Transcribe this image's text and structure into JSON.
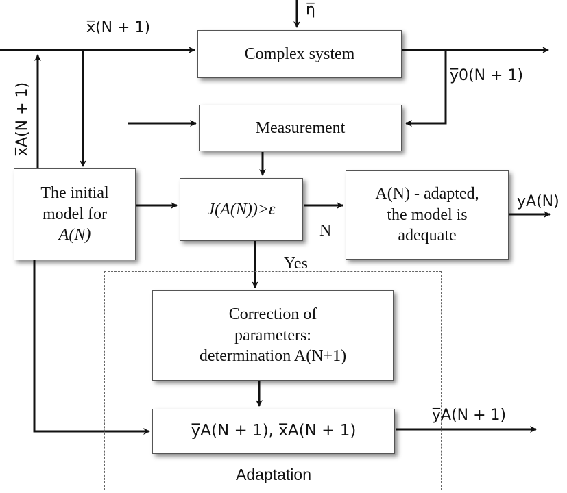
{
  "boxes": {
    "complex_system": "Complex system",
    "measurement": "Measurement",
    "initial_model_line1": "The initial",
    "initial_model_line2": "model for",
    "initial_model_line3": "A(N)",
    "criterion": "J(A(N))>ε",
    "adapted_line1": "A(N) - adapted,",
    "adapted_line2": "the model is",
    "adapted_line3": "adequate",
    "correction_line1": "Correction of",
    "correction_line2": "parameters:",
    "correction_line3": "determination A(N+1)",
    "output_box": "y̅A(N + 1), x̅A(N + 1)"
  },
  "labels": {
    "x_input": "x̅(N + 1)",
    "eta": "η̅",
    "y0_output": "y̅0(N + 1)",
    "xA_feedback": "x̅A(N + 1)",
    "yA_out": "yA(N)",
    "yA_next": "y̅A(N + 1)",
    "no_branch": "N",
    "yes_branch": "Yes",
    "adaptation": "Adaptation"
  }
}
